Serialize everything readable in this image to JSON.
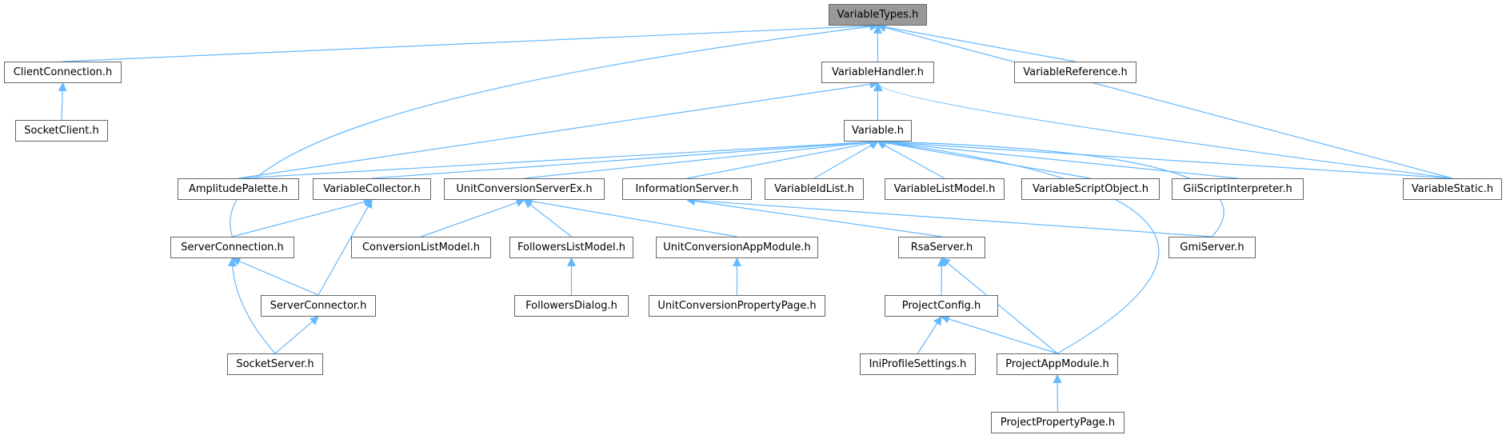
{
  "colors": {
    "edge": "#63b8ff",
    "node_border": "#666666",
    "root_fill": "#999999",
    "node_fill": "#ffffff"
  },
  "nodes": {
    "vt": {
      "label": "VariableTypes.h"
    },
    "cc": {
      "label": "ClientConnection.h"
    },
    "vh": {
      "label": "VariableHandler.h"
    },
    "vr": {
      "label": "VariableReference.h"
    },
    "sc": {
      "label": "SocketClient.h"
    },
    "var": {
      "label": "Variable.h"
    },
    "ap": {
      "label": "AmplitudePalette.h"
    },
    "vc": {
      "label": "VariableCollector.h"
    },
    "ucs": {
      "label": "UnitConversionServerEx.h"
    },
    "is": {
      "label": "InformationServer.h"
    },
    "vid": {
      "label": "VariableIdList.h"
    },
    "vlm": {
      "label": "VariableListModel.h"
    },
    "vso": {
      "label": "VariableScriptObject.h"
    },
    "gsi": {
      "label": "GiiScriptInterpreter.h"
    },
    "vs": {
      "label": "VariableStatic.h"
    },
    "scn": {
      "label": "ServerConnection.h"
    },
    "clm": {
      "label": "ConversionListModel.h"
    },
    "flm": {
      "label": "FollowersListModel.h"
    },
    "uam": {
      "label": "UnitConversionAppModule.h"
    },
    "rsa": {
      "label": "RsaServer.h"
    },
    "gmi": {
      "label": "GmiServer.h"
    },
    "sco": {
      "label": "ServerConnector.h"
    },
    "fd": {
      "label": "FollowersDialog.h"
    },
    "upp": {
      "label": "UnitConversionPropertyPage.h"
    },
    "pc": {
      "label": "ProjectConfig.h"
    },
    "ss": {
      "label": "SocketServer.h"
    },
    "ips": {
      "label": "IniProfileSettings.h"
    },
    "pam": {
      "label": "ProjectAppModule.h"
    },
    "ppp": {
      "label": "ProjectPropertyPage.h"
    }
  },
  "edges": [
    [
      "cc",
      "vt"
    ],
    [
      "scn",
      "vt"
    ],
    [
      "vh",
      "vt"
    ],
    [
      "vr",
      "vt"
    ],
    [
      "vs",
      "vt"
    ],
    [
      "sc",
      "cc"
    ],
    [
      "var",
      "vh"
    ],
    [
      "ap",
      "vh"
    ],
    [
      "vs",
      "vh"
    ],
    [
      "ap",
      "var"
    ],
    [
      "vc",
      "var"
    ],
    [
      "ucs",
      "var"
    ],
    [
      "is",
      "var"
    ],
    [
      "vid",
      "var"
    ],
    [
      "vlm",
      "var"
    ],
    [
      "vso",
      "var"
    ],
    [
      "gsi",
      "var"
    ],
    [
      "vs",
      "var"
    ],
    [
      "gmi",
      "var"
    ],
    [
      "pam",
      "var"
    ],
    [
      "scn",
      "vc"
    ],
    [
      "sco",
      "vc"
    ],
    [
      "clm",
      "ucs"
    ],
    [
      "flm",
      "ucs"
    ],
    [
      "uam",
      "ucs"
    ],
    [
      "rsa",
      "is"
    ],
    [
      "gmi",
      "is"
    ],
    [
      "sco",
      "scn"
    ],
    [
      "ss",
      "scn"
    ],
    [
      "fd",
      "flm"
    ],
    [
      "upp",
      "uam"
    ],
    [
      "pc",
      "rsa"
    ],
    [
      "pam",
      "rsa"
    ],
    [
      "ss",
      "sco"
    ],
    [
      "ips",
      "pc"
    ],
    [
      "pam",
      "pc"
    ],
    [
      "ppp",
      "pam"
    ]
  ]
}
